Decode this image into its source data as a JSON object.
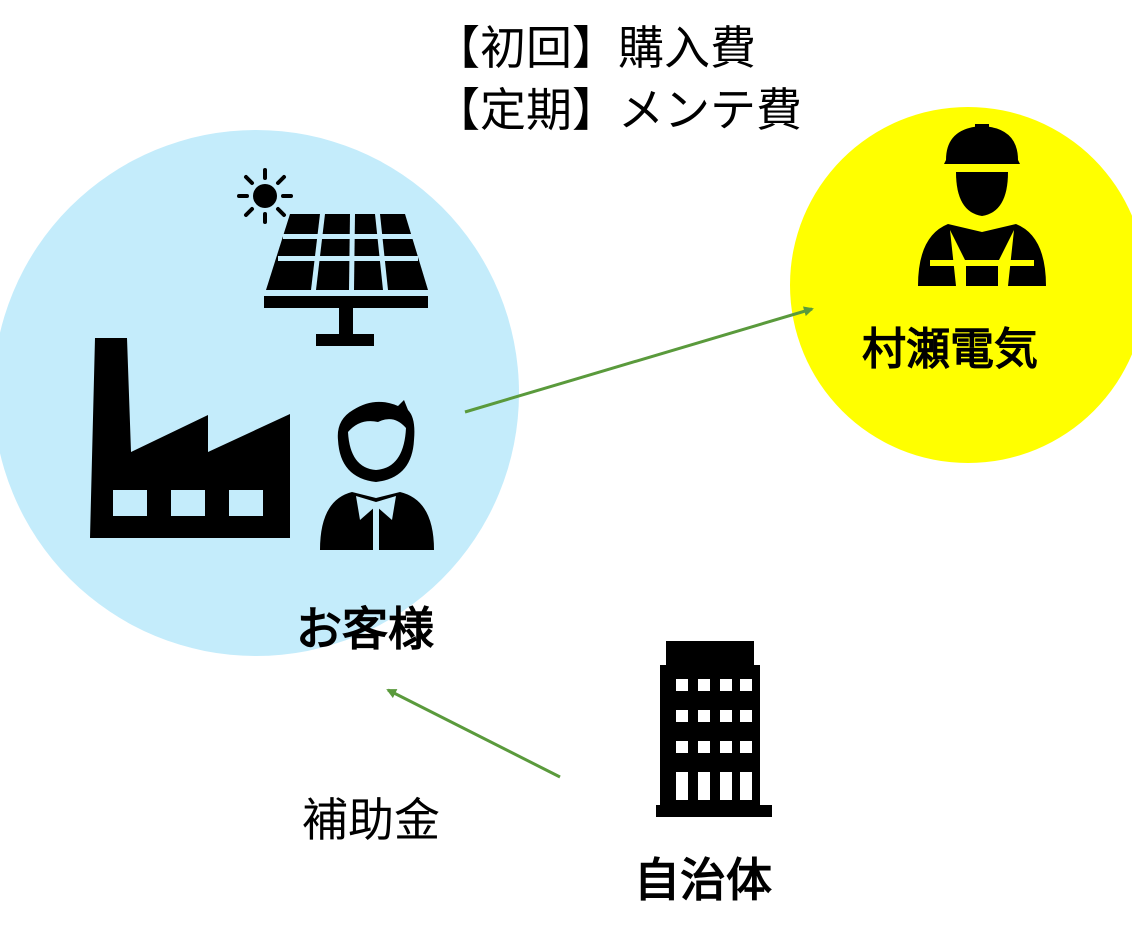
{
  "nodes": {
    "customer": {
      "label": "お客様",
      "circle_color": "#c4ecfb",
      "icons": [
        "sun-icon",
        "solar-panel-icon",
        "factory-icon",
        "person-icon"
      ]
    },
    "contractor": {
      "label": "村瀬電気",
      "circle_color": "#ffff00",
      "icons": [
        "worker-hardhat-icon"
      ]
    },
    "municipality": {
      "label": "自治体",
      "icons": [
        "office-building-icon"
      ]
    }
  },
  "flows": {
    "costs": {
      "line1": "【初回】購入費",
      "line2": "【定期】メンテ費"
    },
    "subsidy": {
      "label": "補助金"
    }
  },
  "colors": {
    "arrow": "#5a9a3c",
    "icon": "#000000",
    "text": "#000000"
  }
}
